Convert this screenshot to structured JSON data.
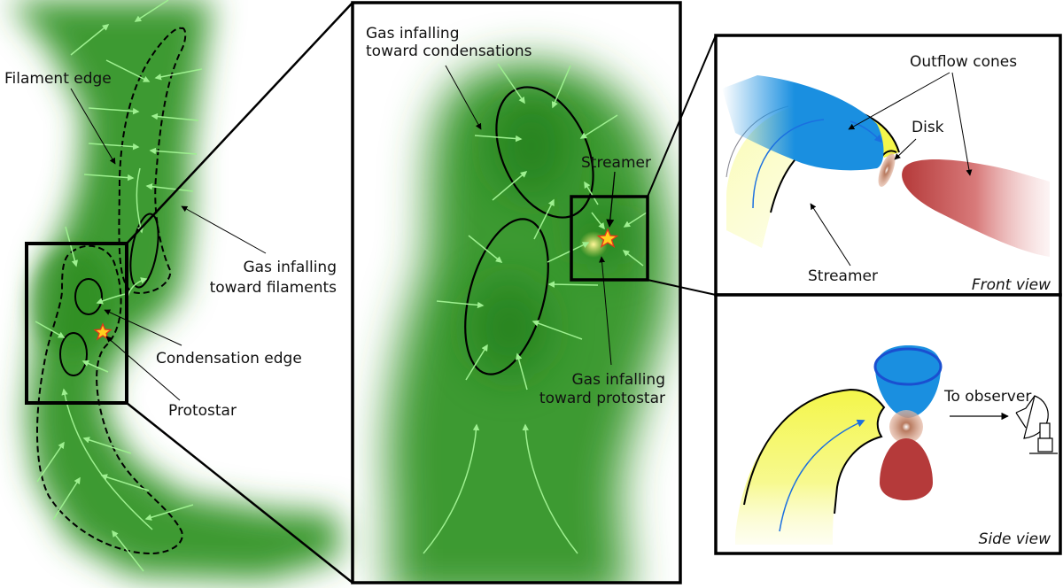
{
  "figure": {
    "colors": {
      "gas_green": "#3d9a30",
      "gas_dark_green": "#1f7a14",
      "arrow_light_green": "#9ef090",
      "star_fill": "#ffd21e",
      "star_edge": "#e8341c",
      "streamer_yellow": "#f4f64a",
      "outflow_blue": "#1a8fe0",
      "outflow_red": "#b53a3a",
      "disk_brown": "#c98f78",
      "frame": "#000000"
    },
    "panel_left": {
      "labels": {
        "filament_edge": "Filament edge",
        "gas_to_filaments_1": "Gas infalling",
        "gas_to_filaments_2": "toward filaments",
        "condensation_edge": "Condensation edge",
        "protostar": "Protostar"
      },
      "icons": [
        "star-icon"
      ]
    },
    "panel_middle": {
      "labels": {
        "gas_to_condensations_1": "Gas infalling",
        "gas_to_condensations_2": "toward condensations",
        "streamer": "Streamer",
        "gas_to_protostar_1": "Gas infalling",
        "gas_to_protostar_2": "toward protostar"
      }
    },
    "panel_front": {
      "labels": {
        "outflow_cones": "Outflow cones",
        "disk": "Disk",
        "streamer": "Streamer",
        "view": "Front view"
      }
    },
    "panel_side": {
      "labels": {
        "to_observer": "To observer",
        "view": "Side view"
      },
      "icons": [
        "radio-telescope-icon"
      ]
    }
  }
}
